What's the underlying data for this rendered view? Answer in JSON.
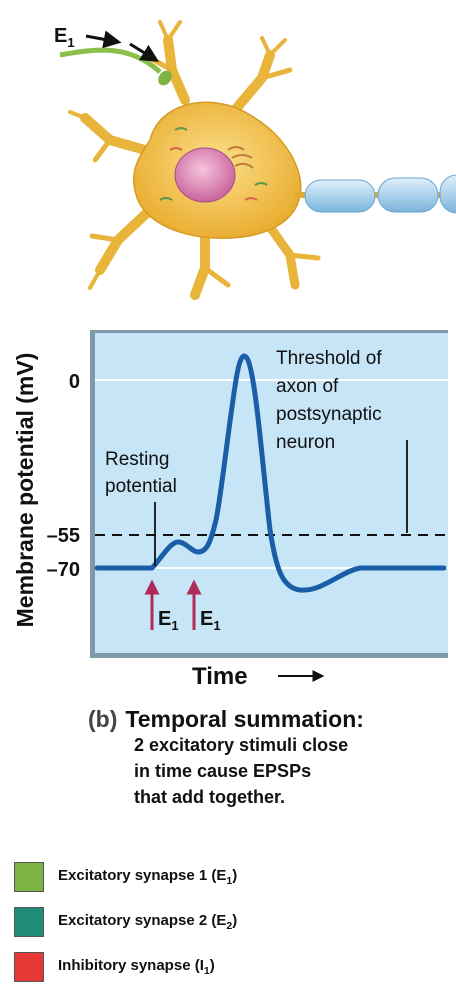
{
  "top_figure": {
    "stimulus_label": "E",
    "stimulus_sub": "1"
  },
  "graph": {
    "ylabel": "Membrane potential (mV)",
    "xlabel": "Time",
    "y_ticks": [
      "0",
      "–55",
      "–70"
    ],
    "resting_label": [
      "Resting",
      "potential"
    ],
    "threshold_label": [
      "Threshold of",
      "axon of",
      "postsynaptic",
      "neuron"
    ],
    "stimulus_labels": [
      {
        "main": "E",
        "sub": "1"
      },
      {
        "main": "E",
        "sub": "1"
      }
    ]
  },
  "caption": {
    "letter": "(b)",
    "title": "Temporal summation:",
    "lines": [
      "2 excitatory stimuli close",
      "in time cause EPSPs",
      "that add together."
    ]
  },
  "legend": [
    {
      "text": "Excitatory synapse 1 (E",
      "sub": "1",
      "end": ")",
      "color": "#7cb342"
    },
    {
      "text": "Excitatory synapse 2 (E",
      "sub": "2",
      "end": ")",
      "color": "#1e8c78"
    },
    {
      "text": "Inhibitory synapse (I",
      "sub": "1",
      "end": ")",
      "color": "#e53935"
    }
  ],
  "colors": {
    "plot_bg": "#c6e6f7",
    "trace": "#1a5ea8",
    "stimulus_arrow": "#b02a5a",
    "neuron_body": "#f2c14e",
    "myelin": "#a9d2f0"
  }
}
